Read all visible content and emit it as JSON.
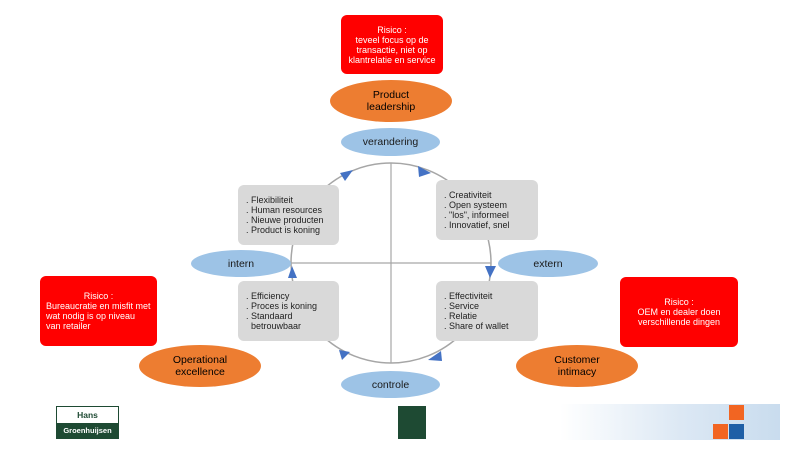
{
  "risks": {
    "top": {
      "title": "Risico :",
      "text": "teveel focus op de transactie, niet op klantrelatie en service"
    },
    "left": {
      "title": "Risico :",
      "text": "Bureaucratie en misfit met wat nodig is op niveau van retailer"
    },
    "right": {
      "title": "Risico :",
      "text": "OEM en dealer doen verschillende dingen"
    }
  },
  "strategies": {
    "product_leadership": "Product leadership",
    "operational_excellence": "Operational excellence",
    "customer_intimacy": "Customer intimacy"
  },
  "axes": {
    "top": "verandering",
    "bottom": "controle",
    "left": "intern",
    "right": "extern"
  },
  "quadrants": {
    "top_left": [
      ". Flexibiliteit",
      ". Human resources",
      ". Nieuwe producten",
      ". Product is koning"
    ],
    "top_right": [
      ". Creativiteit",
      ". Open systeem",
      ". \"los\", informeel",
      ". Innovatief, snel"
    ],
    "bottom_left": [
      ". Efficiency",
      ". Proces is koning",
      ". Standaard",
      "  betrouwbaar"
    ],
    "bottom_right": [
      ". Effectiviteit",
      ". Service",
      ". Relatie",
      ". Share of wallet"
    ]
  },
  "logo": {
    "line1": "Hans",
    "line2": "Groenhuijsen"
  },
  "colors": {
    "risk": "#ff0000",
    "strategy": "#ed7d31",
    "axis_label": "#9dc3e6",
    "quadrant_box": "#d9d9d9",
    "arrow": "#4472c4",
    "brand_green": "#1e4a33",
    "accent_orange": "#f26522",
    "accent_blue": "#1f5fa6"
  }
}
